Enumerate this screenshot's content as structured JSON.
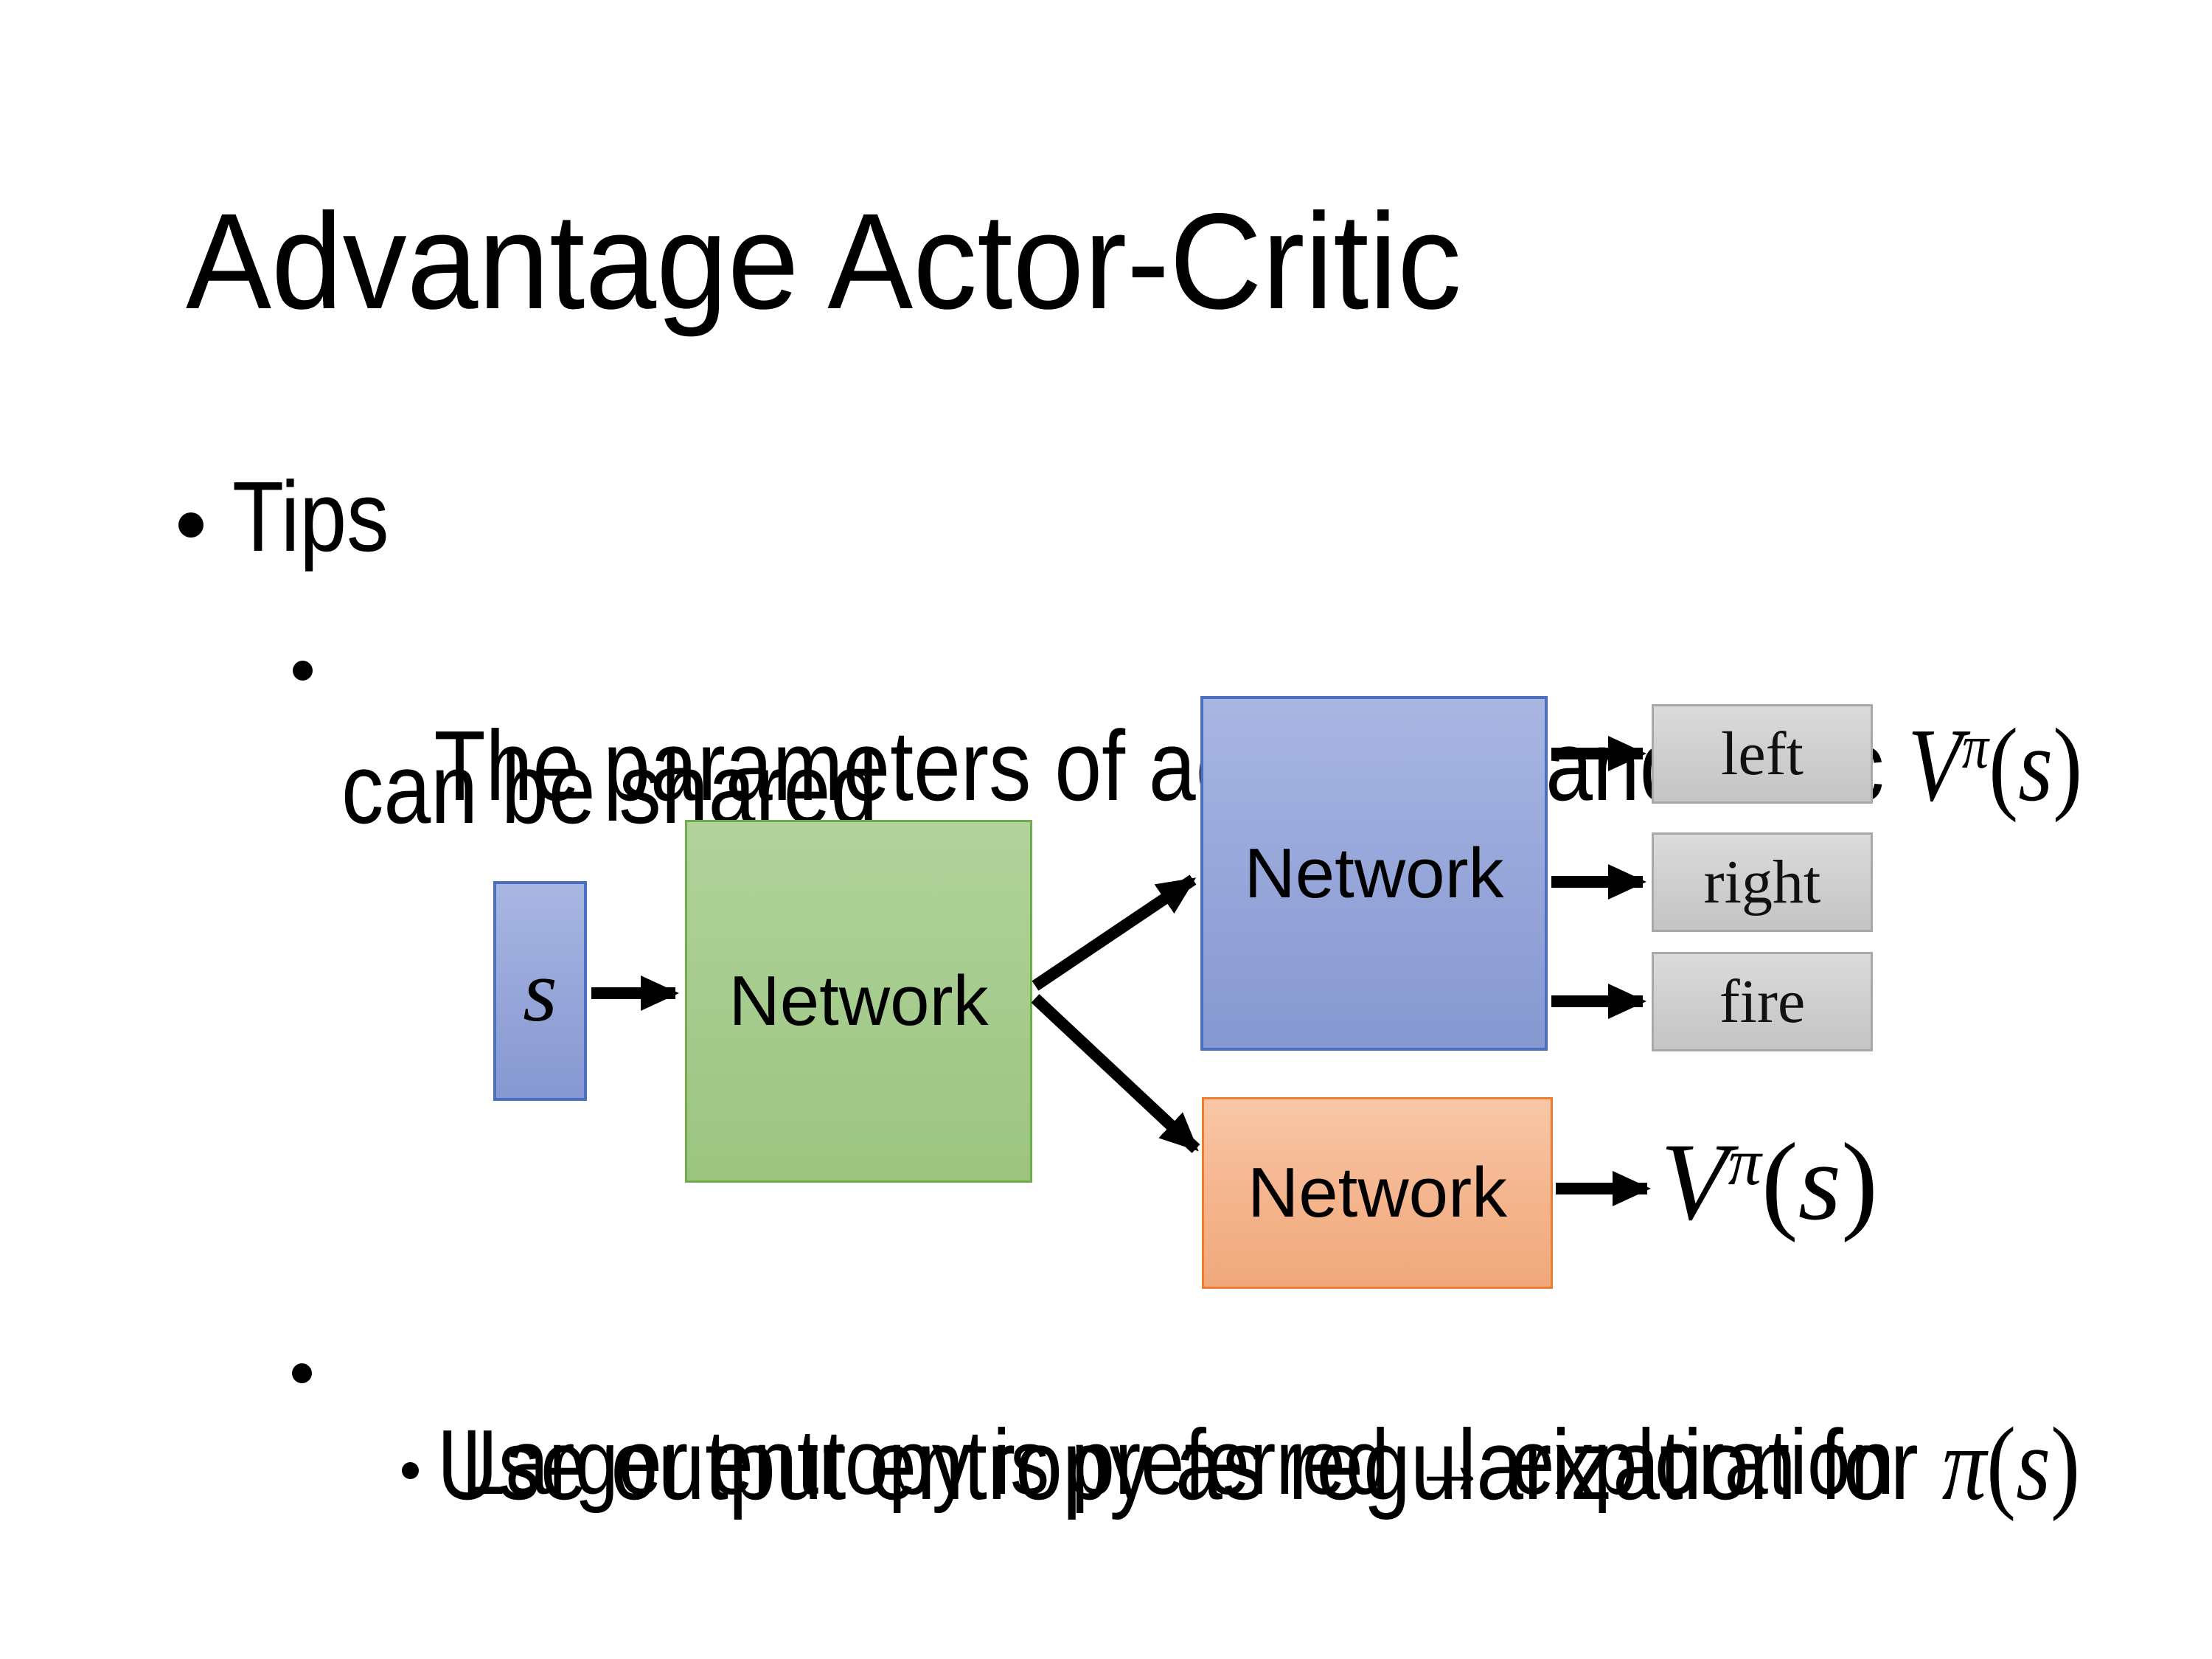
{
  "slide": {
    "title": "Advantage Actor-Critic",
    "bullets": {
      "tips": "Tips",
      "line1_t1": "The parameters of actor ",
      "line1_t2": "  and critic ",
      "line2": "can be shared",
      "line3_t1": "Use output entropy as regularization for ",
      "line4": "Larger entropy is preferred → exploration"
    },
    "math": {
      "pi_s": {
        "pi": "π",
        "open": "(",
        "s": "s",
        "close": ")"
      },
      "v_pi_s": {
        "V": "V",
        "sup": "π",
        "open": "(",
        "s": "s",
        "close": ")"
      }
    },
    "diagram": {
      "input_label": "s",
      "shared_network_label": "Network",
      "actor_network_label": "Network",
      "critic_network_label": "Network",
      "actions": [
        "left",
        "right",
        "fire"
      ],
      "colors": {
        "blue_fill": "#95a5d9",
        "blue_border": "#4a6fc1",
        "green_fill": "#a5cb8d",
        "green_border": "#6fae46",
        "orange_fill": "#f4b48c",
        "orange_border": "#ed7d31",
        "gray_fill": "#cecece",
        "gray_border": "#a8a8a8",
        "arrow": "#000000"
      }
    }
  }
}
